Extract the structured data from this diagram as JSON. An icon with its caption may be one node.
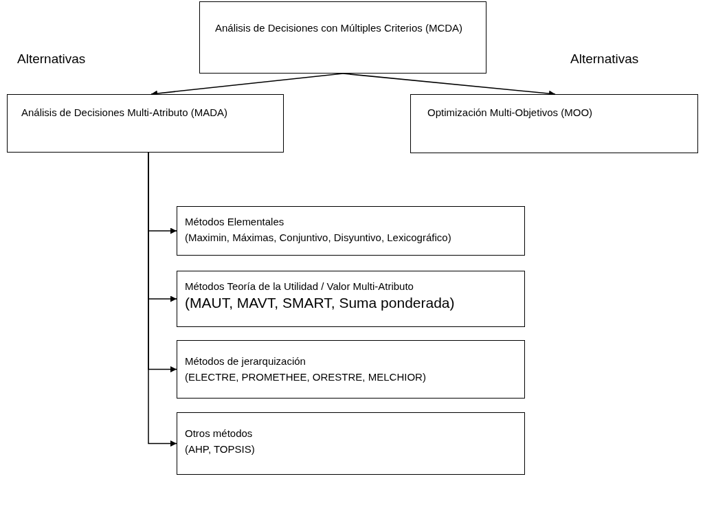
{
  "diagram": {
    "nodes": [
      {
        "text": [
          "Análisis de Decisiones con Múltiples Criterios (MCDA)"
        ]
      },
      {
        "text": [
          "Análisis de Decisiones Multi-Atributo (MADA)"
        ]
      },
      {
        "text": [
          "Optimización Multi-Objetivos (MOO)"
        ]
      },
      {
        "text": [
          "Métodos Elementales",
          "(Maximin, Máximas, Conjuntivo, Disyuntivo, Lexicográfico)"
        ]
      },
      {
        "text": [
          "Métodos Teoría de la Utilidad / Valor Multi-Atributo",
          "(MAUT, MAVT, SMART, Suma ponderada)"
        ]
      },
      {
        "text": [
          "Métodos de jerarquización",
          "(ELECTRE, PROMETHEE, ORESTRE, MELCHIOR)"
        ]
      },
      {
        "text": [
          "Otros métodos",
          "(AHP, TOPSIS)"
        ]
      }
    ],
    "edges": [
      {
        "from": 0,
        "to": 1,
        "arrow": "to"
      },
      {
        "from": 0,
        "to": 2,
        "arrow": "to"
      },
      {
        "from": 1,
        "to": 3,
        "arrow": "to"
      },
      {
        "from": 1,
        "to": 4,
        "arrow": "to"
      },
      {
        "from": 1,
        "to": 5,
        "arrow": "to"
      },
      {
        "from": 1,
        "to": 6,
        "arrow": "to"
      }
    ],
    "labels": [
      "Alternativas",
      "Alternativas"
    ]
  }
}
